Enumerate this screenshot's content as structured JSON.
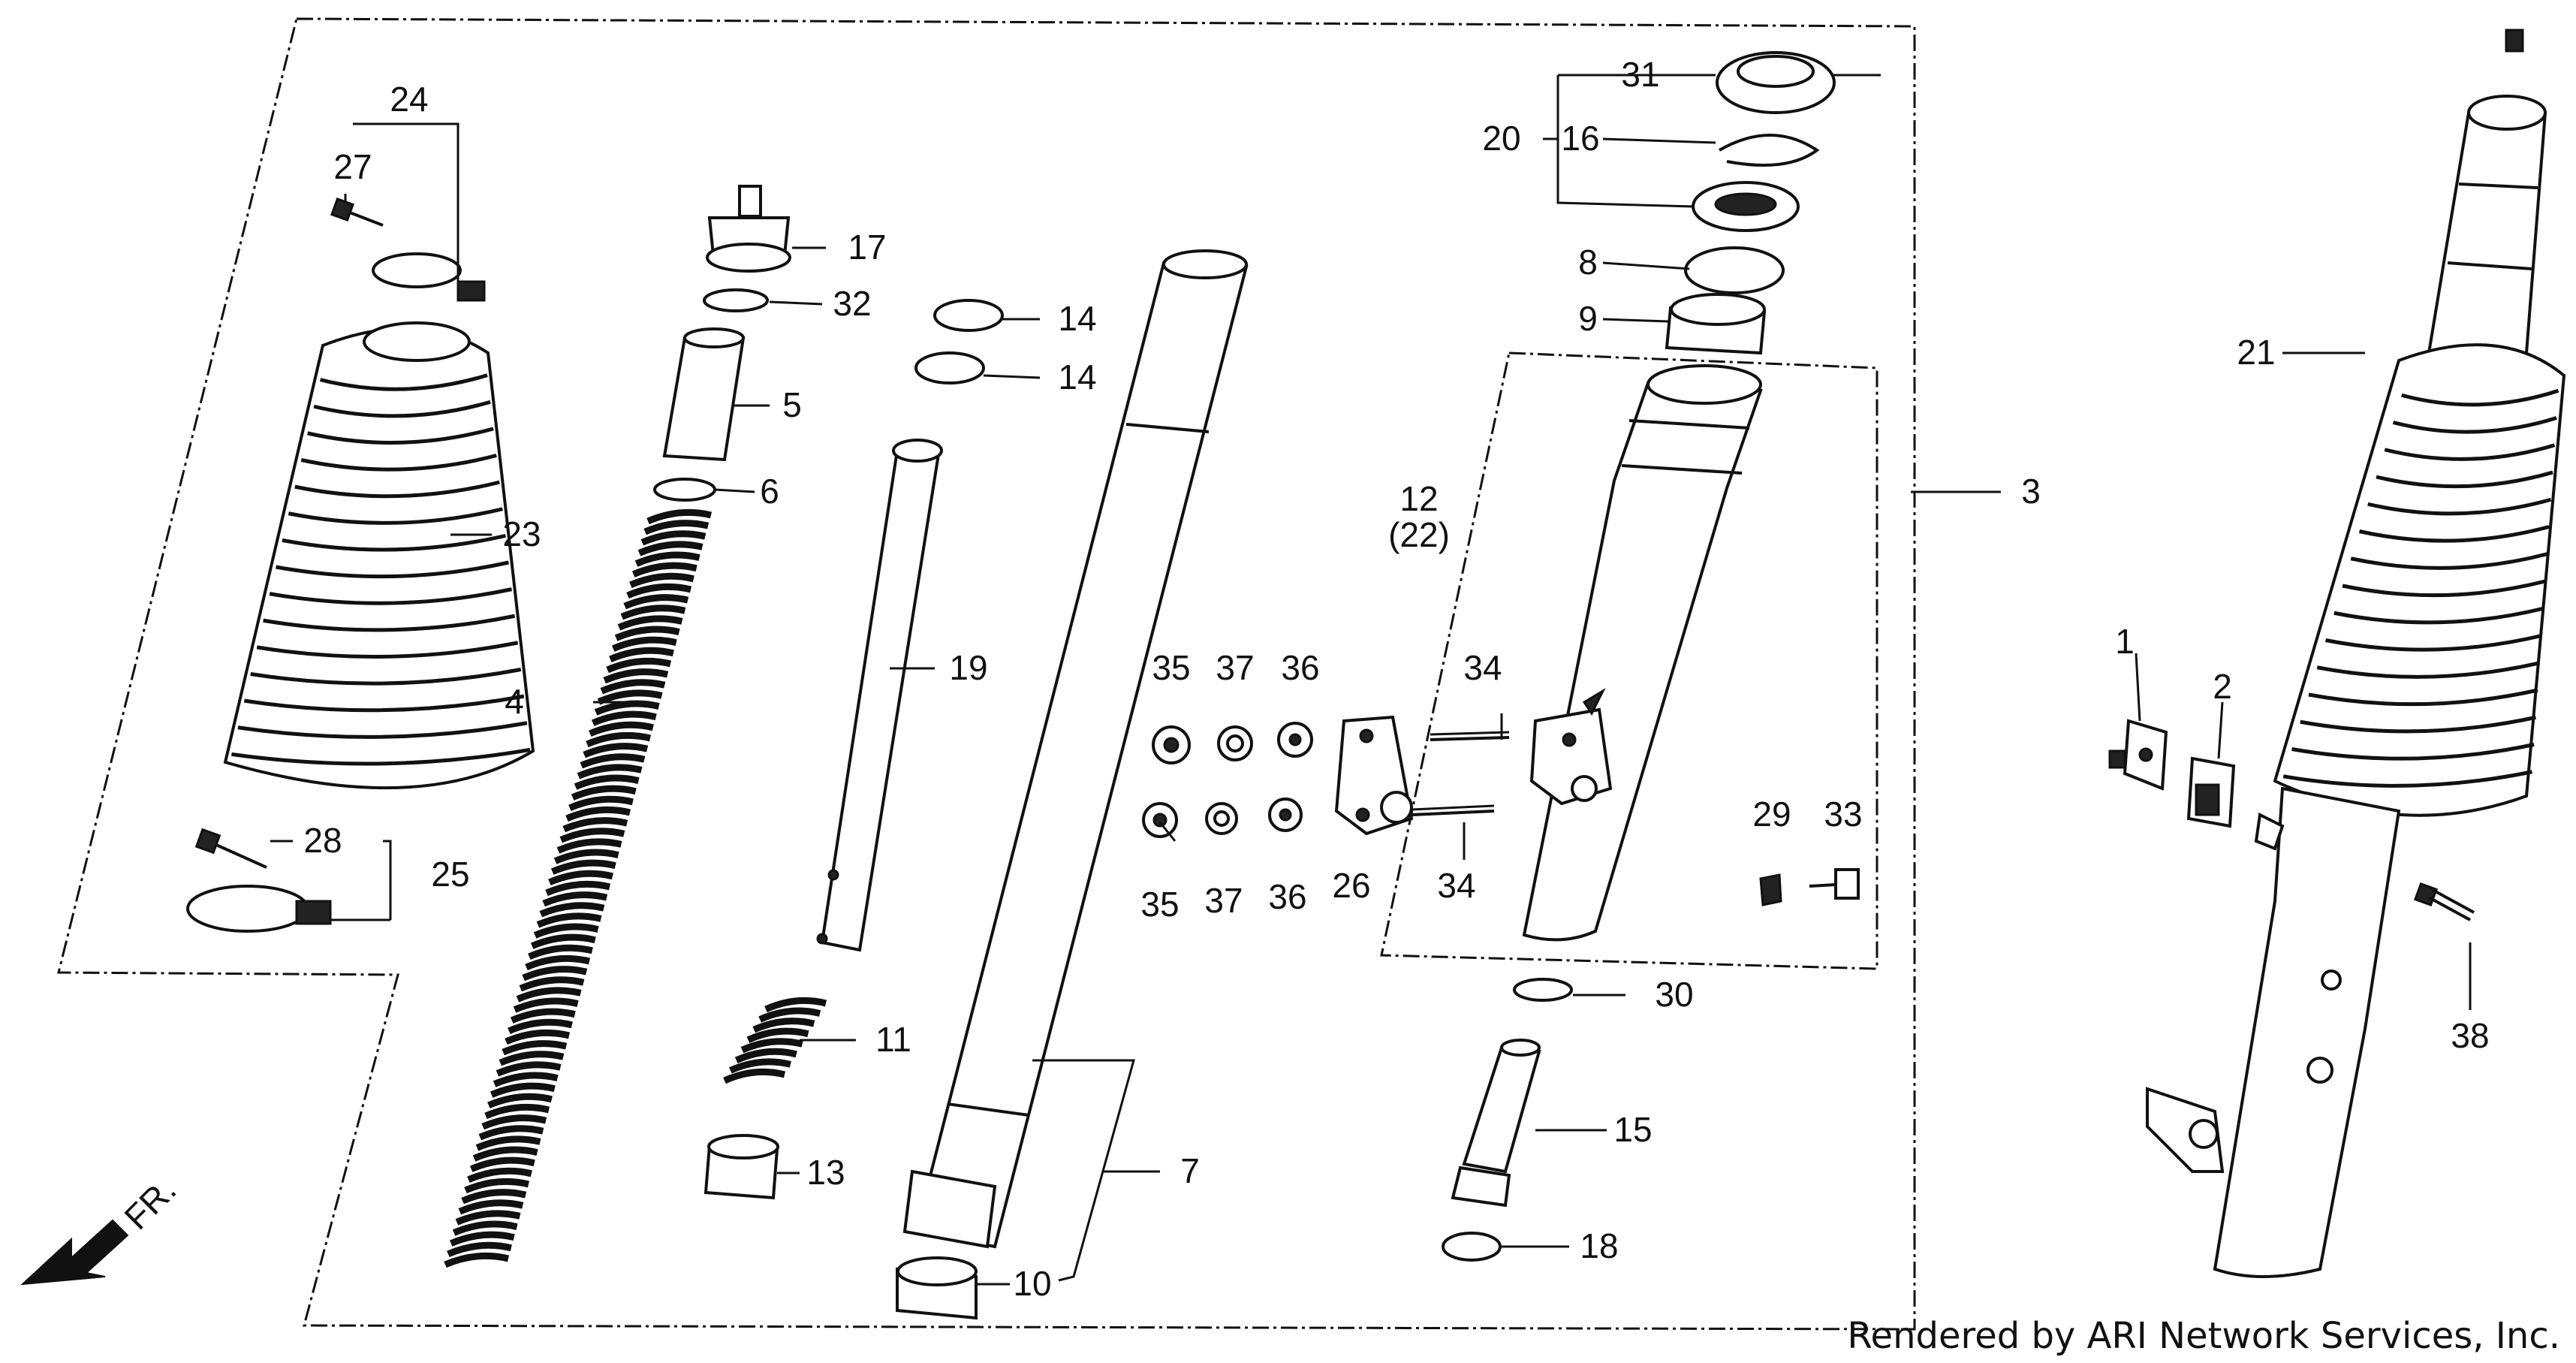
{
  "diagram": {
    "callouts": [
      "1",
      "2",
      "3",
      "4",
      "5",
      "6",
      "7",
      "8",
      "9",
      "10",
      "11",
      "12",
      "(22)",
      "13",
      "14",
      "14",
      "15",
      "16",
      "17",
      "18",
      "19",
      "20",
      "21",
      "23",
      "24",
      "25",
      "26",
      "27",
      "28",
      "29",
      "30",
      "31",
      "32",
      "33",
      "34",
      "34",
      "35",
      "35",
      "36",
      "36",
      "37",
      "37",
      "38"
    ],
    "direction_marker": "FR.",
    "credit": "Rendered by ARI Network Services, Inc."
  }
}
